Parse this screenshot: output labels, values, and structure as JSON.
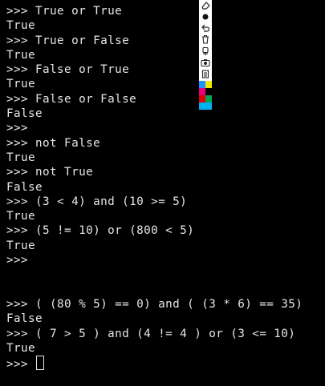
{
  "terminal": {
    "lines": [
      ">>> True or True",
      "True",
      ">>> True or False",
      "True",
      ">>> False or True",
      "True",
      ">>> False or False",
      "False",
      ">>>",
      ">>> not False",
      "True",
      ">>> not True",
      "False",
      ">>> (3 < 4) and (10 >= 5)",
      "True",
      ">>> (5 != 10) or (800 < 5)",
      "True",
      ">>>",
      "",
      "",
      ">>> ( (80 % 5) == 0) and ( (3 * 6) == 35)",
      "False",
      ">>> ( 7 > 5 ) and (4 != 4 ) or (3 <= 10)",
      "True"
    ],
    "prompt": ">>> "
  },
  "toolbar": {
    "tools": [
      {
        "icon": "eraser-icon"
      },
      {
        "icon": "dot-brush-icon"
      },
      {
        "icon": "undo-icon"
      },
      {
        "icon": "trash-icon"
      },
      {
        "icon": "pin-icon"
      },
      {
        "icon": "camera-icon"
      },
      {
        "icon": "clipboard-icon"
      }
    ],
    "palette": [
      "#1e90ff",
      "#f2e600",
      "#e6007e",
      "#000000",
      "#e00000",
      "#00a651",
      "#00b0f0",
      "#00b0f0"
    ]
  }
}
